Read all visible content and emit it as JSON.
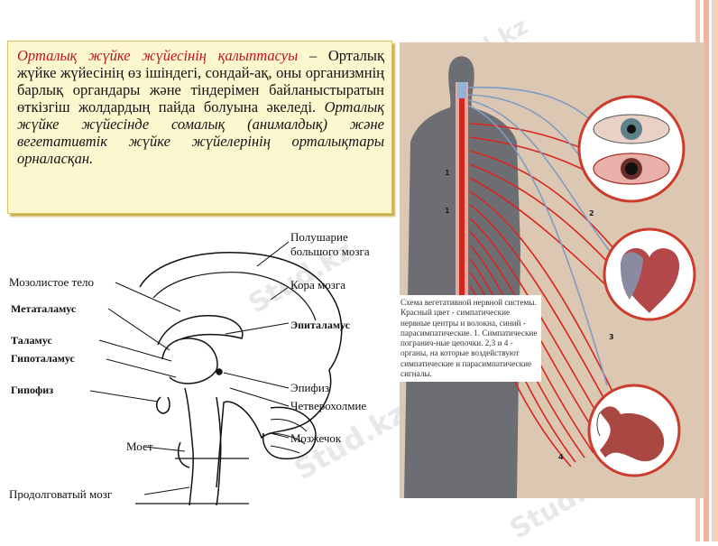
{
  "textbox": {
    "title": "Орталық жүйке жүйесінің қалыптасуы",
    "body": " – Орталық жүйке жүйесінің өз ішіндегі, сондай-ақ, оны организмнің барлық органдары және тіндерімен байланыстыратын өткізгіш жолдардың пайда болуына әкеледі. ",
    "italic_end": "Орталық жүйке жүйесінде сомалық (анималдық) және вегетативтік жүйке жүйелерінің орталықтары орналасқан."
  },
  "brain_labels": {
    "hemisphere": "Полушарие большого мозга",
    "cortex": "Кора мозга",
    "corpus_callosum": "Мозолистое тело",
    "metathalamus": "Метаталамус",
    "epithalamus": "Эпиталамус",
    "thalamus": "Таламус",
    "hypothalamus": "Гипоталамус",
    "pituitary": "Гипофиз",
    "epiphysis": "Эпифиз",
    "quadrigemina": "Четверохолмие",
    "cerebellum": "Мозжечок",
    "pons": "Мост",
    "medulla": "Продолговатый мозг"
  },
  "autonomic": {
    "caption": "Схема вегетативной нервной системы. Красный цвет - симпатические нервные центры и волокна, синий - парасимпатические. 1. Симпатические погранич-ные цепочки. 2,3 и 4 - органы, на которые воздействуют симпатические и парасимпатические сигналы.",
    "numbers": [
      "1",
      "1",
      "2",
      "3",
      "4"
    ]
  },
  "watermark": "Stud.kz",
  "colors": {
    "title_red": "#c0121b",
    "textbox_bg": "#fdf7cf",
    "sympathetic": "#d8251d",
    "parasympathetic": "#7f9cc4",
    "stripe": "#f3b29c"
  }
}
